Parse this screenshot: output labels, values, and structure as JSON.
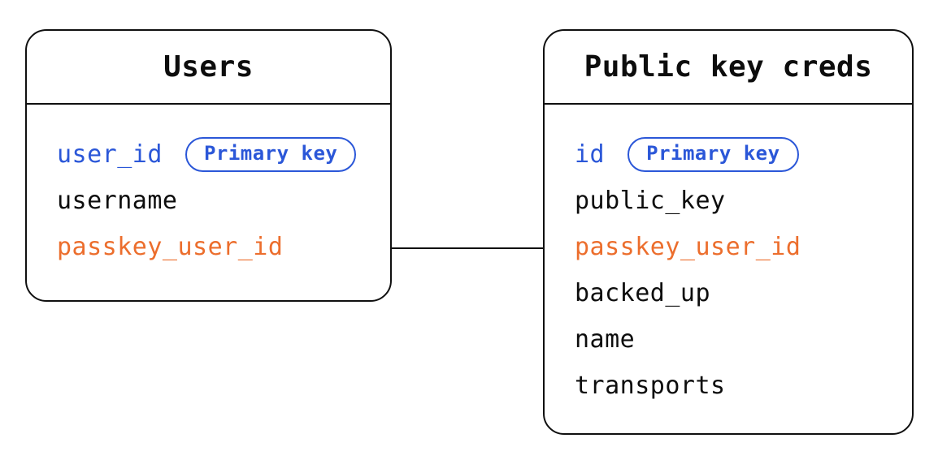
{
  "diagram": {
    "type": "entity-relationship",
    "colors": {
      "primary_blue": "#2b57d8",
      "foreign_orange": "#ec6e2d",
      "text_black": "#0d0d0d",
      "line_black": "#101010",
      "background": "#ffffff"
    },
    "tables": [
      {
        "title": "Users",
        "fields": [
          {
            "name": "user_id",
            "badge": "Primary key"
          },
          {
            "name": "username"
          },
          {
            "name": "passkey_user_id"
          }
        ]
      },
      {
        "title": "Public key creds",
        "fields": [
          {
            "name": "id",
            "badge": "Primary key"
          },
          {
            "name": "public_key"
          },
          {
            "name": "passkey_user_id"
          },
          {
            "name": "backed_up"
          },
          {
            "name": "name"
          },
          {
            "name": "transports"
          }
        ]
      }
    ],
    "connector": {
      "description": "line joining passkey_user_id rows of both tables"
    }
  }
}
